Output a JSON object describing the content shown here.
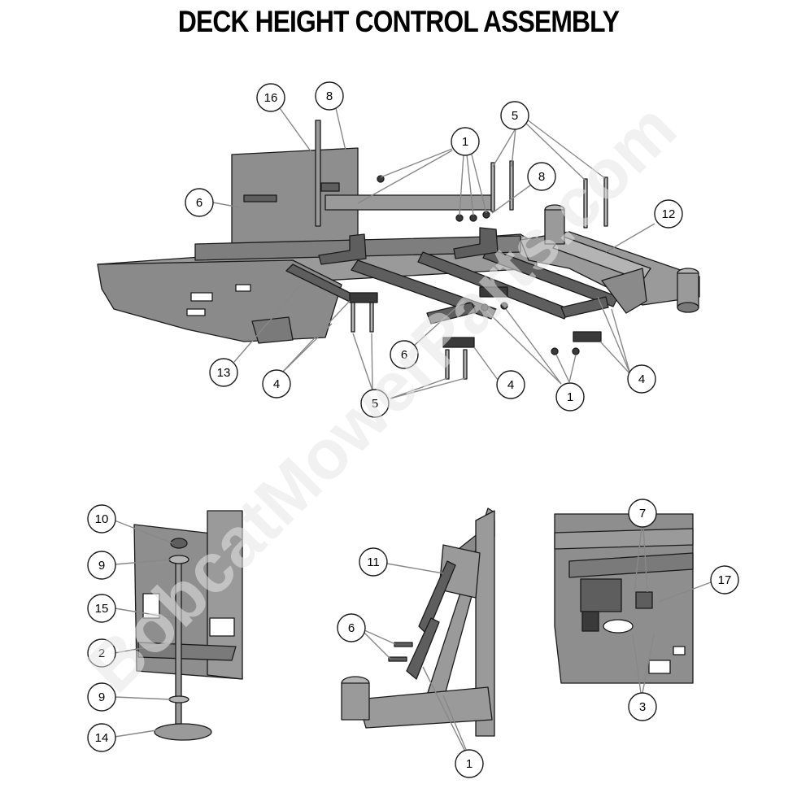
{
  "title": "DECK HEIGHT CONTROL ASSEMBLY",
  "watermark": "BobcatMowerParts.com",
  "colors": {
    "part_fill": "#8e8e8e",
    "part_light": "#b4b4b4",
    "part_dark": "#5e5e5e",
    "outline": "#1a1a1a",
    "leader": "#888888",
    "watermark": "#e6e6e6"
  },
  "callouts_main": [
    "16",
    "8",
    "6",
    "1",
    "5",
    "8",
    "12",
    "13",
    "4",
    "6",
    "4",
    "5",
    "1",
    "4"
  ],
  "callouts_detail_left": [
    "10",
    "9",
    "15",
    "2",
    "9",
    "14"
  ],
  "callouts_detail_center": [
    "11",
    "6",
    "1"
  ],
  "callouts_detail_right": [
    "7",
    "17",
    "3"
  ]
}
